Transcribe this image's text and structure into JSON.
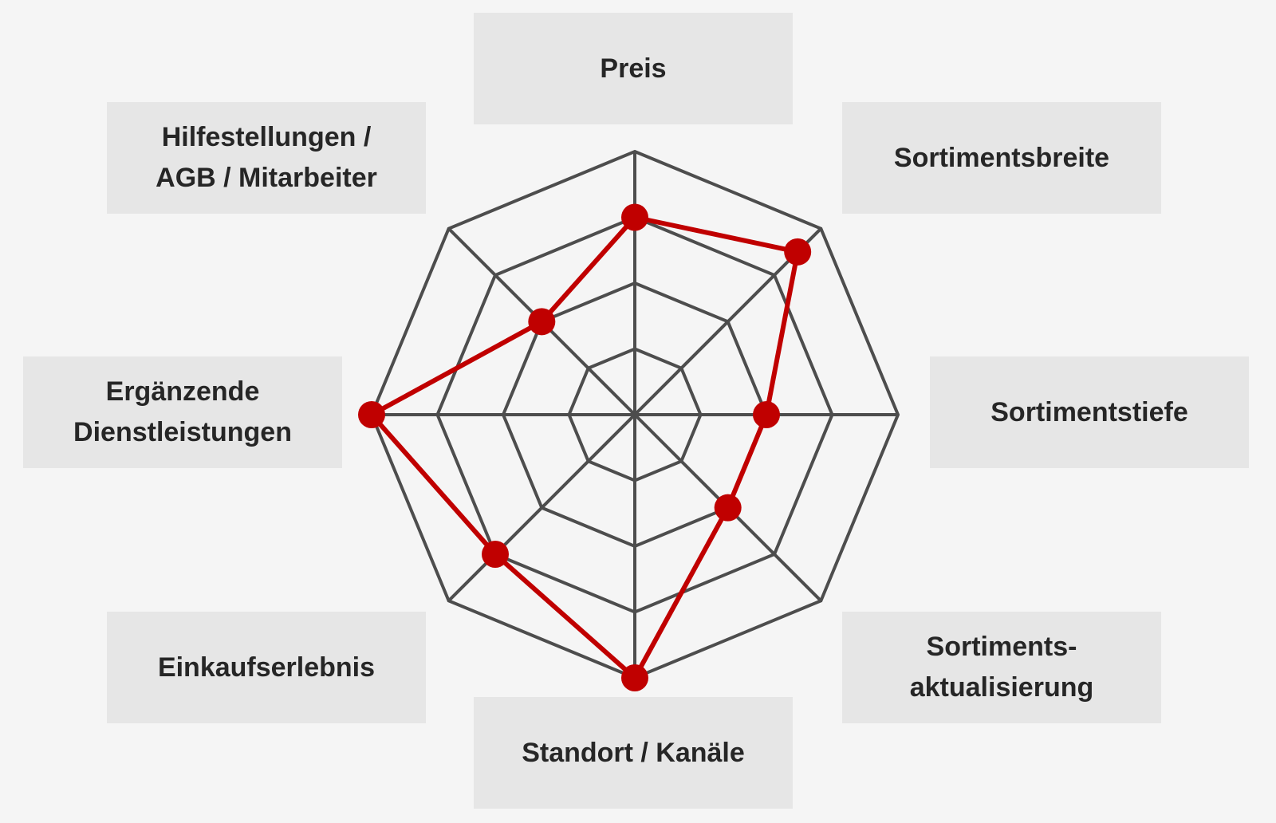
{
  "chart_data": {
    "type": "radar",
    "axes": [
      "Preis",
      "Sortimentsbreite",
      "Sortimentstiefe",
      "Sortiments-\naktualisierung",
      "Standort / Kanäle",
      "Einkaufserlebnis",
      "Ergänzende\nDienstleistungen",
      "Hilfestellungen /\nAGB / Mitarbeiter"
    ],
    "series": [
      {
        "values": [
          3,
          3.5,
          2,
          2,
          4,
          3,
          4,
          2
        ]
      }
    ],
    "rmax": 4,
    "rings": 4,
    "grid": true
  },
  "colors": {
    "background": "#f5f5f5",
    "label_box": "#e6e6e6",
    "grid": "#4d4d4d",
    "series": "#c00000"
  }
}
